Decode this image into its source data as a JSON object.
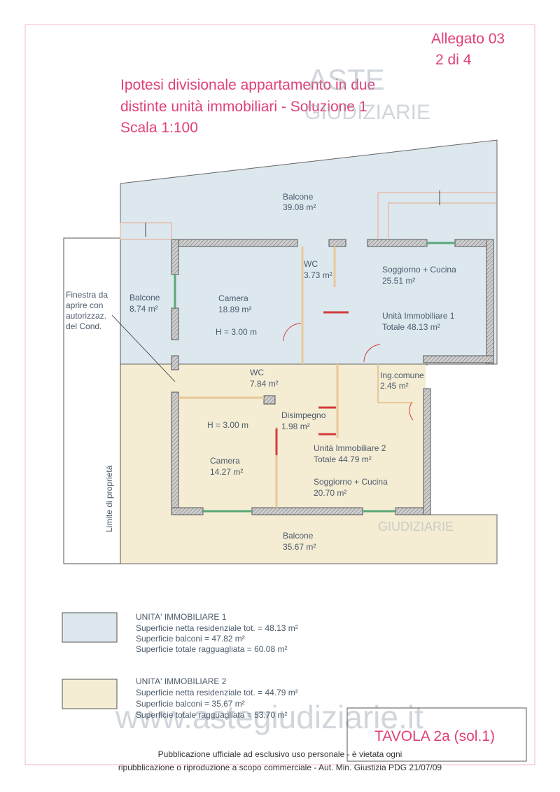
{
  "header": {
    "attachment": "Allegato 03",
    "page": "2 di 4",
    "title_line1": "Ipotesi divisionale appartamento in due",
    "title_line2": "distinte unità immobiliari - Soluzione 1",
    "scale": "Scala 1:100"
  },
  "plan": {
    "unit1": {
      "balcone_top": {
        "name": "Balcone",
        "area": "39.08 m²"
      },
      "balcone_left": {
        "name": "Balcone",
        "area": "8.74 m²"
      },
      "camera": {
        "name": "Camera",
        "area": "18.89 m²",
        "height": "H = 3.00 m"
      },
      "wc": {
        "name": "WC",
        "area": "3.73 m²"
      },
      "soggiorno": {
        "name": "Soggiorno + Cucina",
        "area": "25.51 m²"
      },
      "total": {
        "name": "Unità Immobiliare 1",
        "area": "Totale 48.13 m²"
      }
    },
    "ingresso": {
      "name": "Ing.comune",
      "area": "2.45 m²"
    },
    "unit2": {
      "wc": {
        "name": "WC",
        "area": "7.84 m²"
      },
      "disimpegno": {
        "name": "Disimpegno",
        "area": "1.98 m²"
      },
      "height": "H = 3.00 m",
      "camera": {
        "name": "Camera",
        "area": "14.27 m²"
      },
      "total": {
        "name": "Unità Immobiliare 2",
        "area": "Totale 44.79 m²"
      },
      "soggiorno": {
        "name": "Soggiorno + Cucina",
        "area": "20.70 m²"
      },
      "balcone": {
        "name": "Balcone",
        "area": "35.67 m²"
      }
    },
    "window_note": [
      "Finestra da",
      "aprire con",
      "autorizzaz.",
      "del Cond."
    ],
    "property_limit": "Limite di proprietà"
  },
  "legend": [
    {
      "title": "UNITA' IMMOBILIARE 1",
      "lines": [
        "Superficie netta residenziale tot. = 48.13 m²",
        "Superficie balconi = 47.82 m²",
        "Superficie totale ragguagliata = 60.08 m²"
      ],
      "color": "#dce7ee"
    },
    {
      "title": "UNITA' IMMOBILIARE 2",
      "lines": [
        "Superficie netta residenziale tot. = 44.79 m²",
        "Superficie balconi = 35.67 m²",
        "Superficie totale ragguagliata = 53.70 m²"
      ],
      "color": "#f4ecd3"
    }
  ],
  "tavola": "TAVOLA 2a (sol.1)",
  "footer": {
    "line1": "Pubblicazione ufficiale ad esclusivo uso personale - è vietata ogni",
    "line2": "ripubblicazione o riproduzione a scopo commerciale - Aut. Min. Giustizia PDG 21/07/09"
  },
  "watermark": {
    "logo_top": "ASTE",
    "logo_bottom": "GIUDIZIARIE",
    "site": "www.astegiudiziarie.it"
  },
  "colors": {
    "accent": "#e0407a",
    "unit1": "#dce7ee",
    "unit2": "#f4ecd3",
    "wall": "#555555",
    "window": "#5aa878",
    "door": "#d23c3c"
  }
}
